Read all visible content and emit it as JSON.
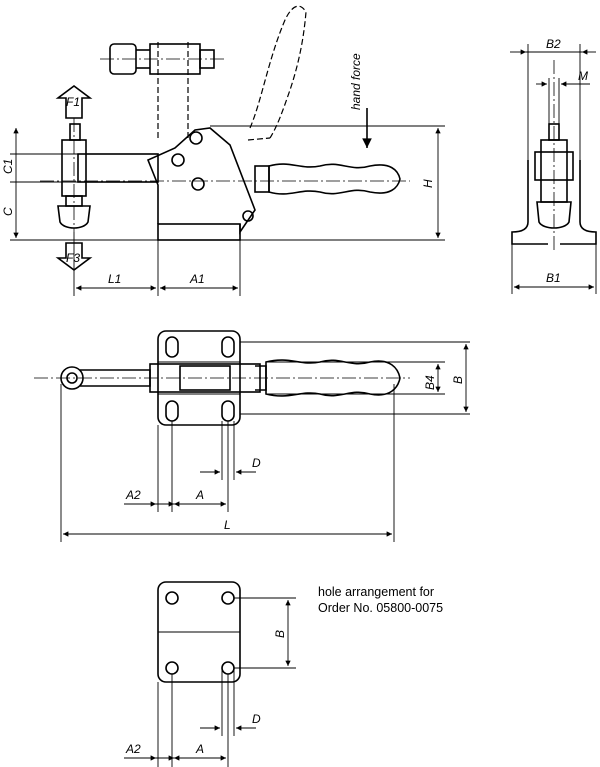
{
  "labels": {
    "F1": "F1",
    "F3": "F3",
    "C1": "C1",
    "C": "C",
    "H": "H",
    "L1": "L1",
    "A1": "A1",
    "B2": "B2",
    "M": "M",
    "B1": "B1",
    "B4": "B4",
    "B": "B",
    "D": "D",
    "A2": "A2",
    "A": "A",
    "L": "L",
    "hand_force": "hand force"
  },
  "note": {
    "line1": "hole arrangement for",
    "line2": "Order No. 05800-0075"
  }
}
